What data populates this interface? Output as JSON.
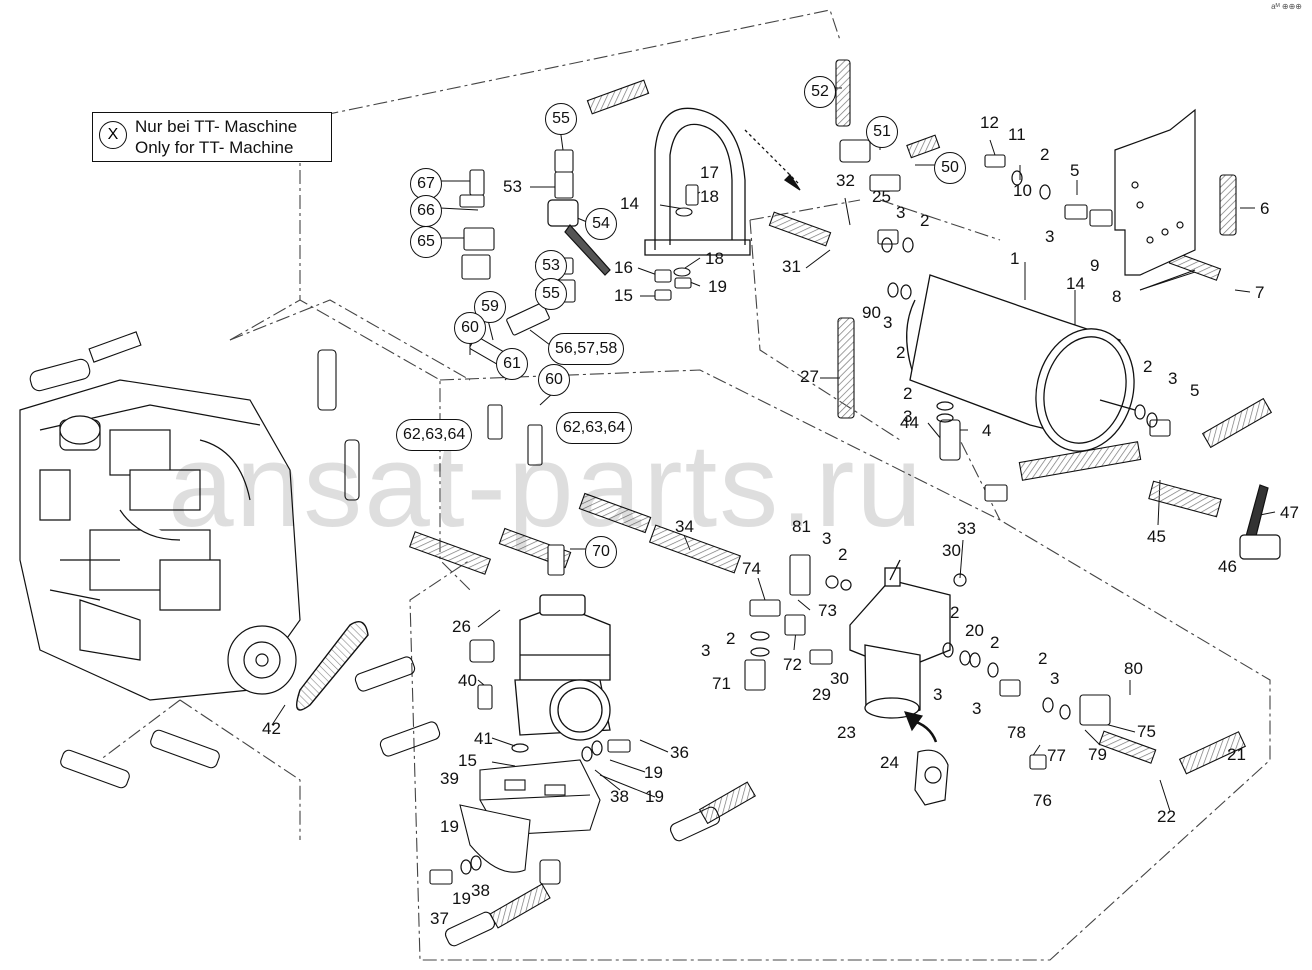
{
  "legend": {
    "symbol": "X",
    "line_de": "Nur bei TT- Maschine",
    "line_en": "Only for TT- Machine"
  },
  "watermark": "ansat-parts.ru",
  "corner_mark": "aᴹ ⊕⊕⊕",
  "colors": {
    "line": "#111111",
    "hatch": "#777777",
    "dash": "#444444"
  },
  "callouts": [
    {
      "id": "52",
      "circled": true
    },
    {
      "id": "51",
      "circled": true
    },
    {
      "id": "50",
      "circled": true
    },
    {
      "id": "55a",
      "label": "55",
      "circled": true
    },
    {
      "id": "53a",
      "label": "53"
    },
    {
      "id": "54",
      "circled": true
    },
    {
      "id": "17"
    },
    {
      "id": "18a",
      "label": "18"
    },
    {
      "id": "14a",
      "label": "14"
    },
    {
      "id": "67",
      "circled": true
    },
    {
      "id": "66",
      "circled": true
    },
    {
      "id": "65",
      "circled": true
    },
    {
      "id": "53b",
      "label": "53",
      "circled": true
    },
    {
      "id": "55b",
      "label": "55",
      "circled": true
    },
    {
      "id": "16"
    },
    {
      "id": "18b",
      "label": "18"
    },
    {
      "id": "15a",
      "label": "15"
    },
    {
      "id": "19a",
      "label": "19"
    },
    {
      "id": "59",
      "circled": true
    },
    {
      "id": "60a",
      "label": "60",
      "circled": true
    },
    {
      "id": "56_58",
      "label": "56,57,58",
      "circled": true
    },
    {
      "id": "61",
      "circled": true
    },
    {
      "id": "60b",
      "label": "60",
      "circled": true
    },
    {
      "id": "62_64a",
      "label": "62,63,64",
      "circled": true
    },
    {
      "id": "62_64b",
      "label": "62,63,64",
      "circled": true
    },
    {
      "id": "32"
    },
    {
      "id": "25"
    },
    {
      "id": "3a",
      "label": "3"
    },
    {
      "id": "2a",
      "label": "2"
    },
    {
      "id": "31"
    },
    {
      "id": "90"
    },
    {
      "id": "3b",
      "label": "3"
    },
    {
      "id": "2b",
      "label": "2"
    },
    {
      "id": "27"
    },
    {
      "id": "12"
    },
    {
      "id": "11"
    },
    {
      "id": "10"
    },
    {
      "id": "2c",
      "label": "2"
    },
    {
      "id": "3c",
      "label": "3"
    },
    {
      "id": "5a",
      "label": "5"
    },
    {
      "id": "9"
    },
    {
      "id": "8"
    },
    {
      "id": "6"
    },
    {
      "id": "7"
    },
    {
      "id": "1"
    },
    {
      "id": "14b",
      "label": "14"
    },
    {
      "id": "2d",
      "label": "2"
    },
    {
      "id": "3d",
      "label": "3"
    },
    {
      "id": "5b",
      "label": "5"
    },
    {
      "id": "2e",
      "label": "2"
    },
    {
      "id": "3e",
      "label": "3"
    },
    {
      "id": "4"
    },
    {
      "id": "44"
    },
    {
      "id": "45"
    },
    {
      "id": "47"
    },
    {
      "id": "46"
    },
    {
      "id": "34"
    },
    {
      "id": "70",
      "circled": true
    },
    {
      "id": "81"
    },
    {
      "id": "3f",
      "label": "3"
    },
    {
      "id": "2f",
      "label": "2"
    },
    {
      "id": "74"
    },
    {
      "id": "73"
    },
    {
      "id": "2g",
      "label": "2"
    },
    {
      "id": "3g",
      "label": "3"
    },
    {
      "id": "72"
    },
    {
      "id": "71"
    },
    {
      "id": "33"
    },
    {
      "id": "30a",
      "label": "30"
    },
    {
      "id": "2h",
      "label": "2"
    },
    {
      "id": "20"
    },
    {
      "id": "2i",
      "label": "2"
    },
    {
      "id": "3h",
      "label": "3"
    },
    {
      "id": "3i",
      "label": "3"
    },
    {
      "id": "78"
    },
    {
      "id": "2j",
      "label": "2"
    },
    {
      "id": "3j",
      "label": "3"
    },
    {
      "id": "80"
    },
    {
      "id": "75"
    },
    {
      "id": "29"
    },
    {
      "id": "30b",
      "label": "30"
    },
    {
      "id": "23"
    },
    {
      "id": "24"
    },
    {
      "id": "77"
    },
    {
      "id": "76"
    },
    {
      "id": "79"
    },
    {
      "id": "22"
    },
    {
      "id": "21"
    },
    {
      "id": "26"
    },
    {
      "id": "40"
    },
    {
      "id": "41"
    },
    {
      "id": "15b",
      "label": "15"
    },
    {
      "id": "39"
    },
    {
      "id": "36"
    },
    {
      "id": "19b",
      "label": "19"
    },
    {
      "id": "38a",
      "label": "38"
    },
    {
      "id": "19c",
      "label": "19"
    },
    {
      "id": "42"
    },
    {
      "id": "19d",
      "label": "19"
    },
    {
      "id": "37"
    },
    {
      "id": "19e",
      "label": "19"
    },
    {
      "id": "38b",
      "label": "38"
    }
  ]
}
